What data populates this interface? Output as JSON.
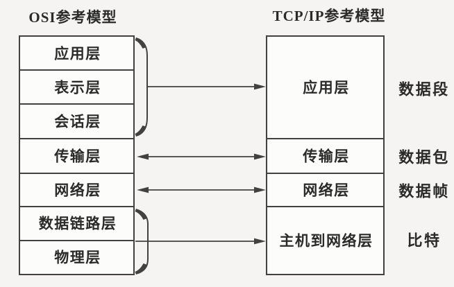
{
  "diagram": {
    "osi": {
      "title": "OSI参考模型",
      "layers": [
        "应用层",
        "表示层",
        "会话层",
        "传输层",
        "网络层",
        "数据链路层",
        "物理层"
      ]
    },
    "tcpip": {
      "title": "TCP/IP参考模型",
      "layers": [
        "应用层",
        "传输层",
        "网络层",
        "主机到网络层"
      ]
    },
    "data_units": [
      "数据段",
      "数据包",
      "数据帧",
      "比特"
    ],
    "colors": {
      "line": "#414141",
      "text": "#2a2a2a",
      "background": "#f5f4f2",
      "box_fill": "#fcfcfb"
    }
  }
}
